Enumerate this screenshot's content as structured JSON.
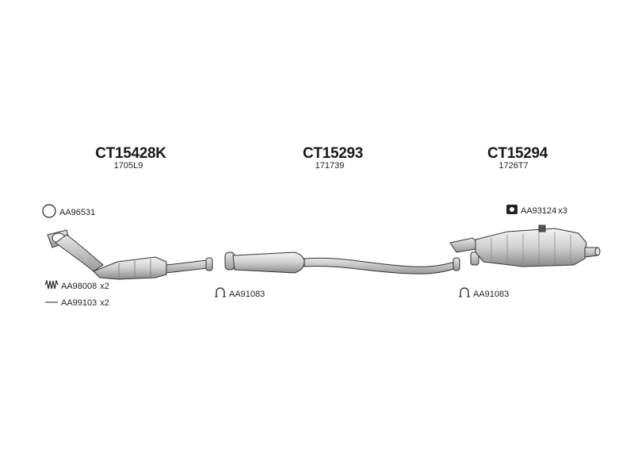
{
  "parts": {
    "front": {
      "code": "CT15428K",
      "ref": "1705L9"
    },
    "middle": {
      "code": "CT15293",
      "ref": "171739"
    },
    "rear": {
      "code": "CT15294",
      "ref": "1726T7"
    }
  },
  "accessories": {
    "ring": {
      "code": "AA96531",
      "icon": "ring-gasket-icon"
    },
    "spring": {
      "code": "AA98008",
      "qty": "x2",
      "icon": "spring-icon"
    },
    "bolt": {
      "code": "AA99103",
      "qty": "x2",
      "icon": "bolt-icon"
    },
    "clamp_mid": {
      "code": "AA91083",
      "icon": "clamp-icon"
    },
    "clamp_rear": {
      "code": "AA91083",
      "icon": "clamp-icon"
    },
    "mount": {
      "code": "AA93124",
      "qty": "x3",
      "icon": "rubber-mount-icon"
    }
  }
}
